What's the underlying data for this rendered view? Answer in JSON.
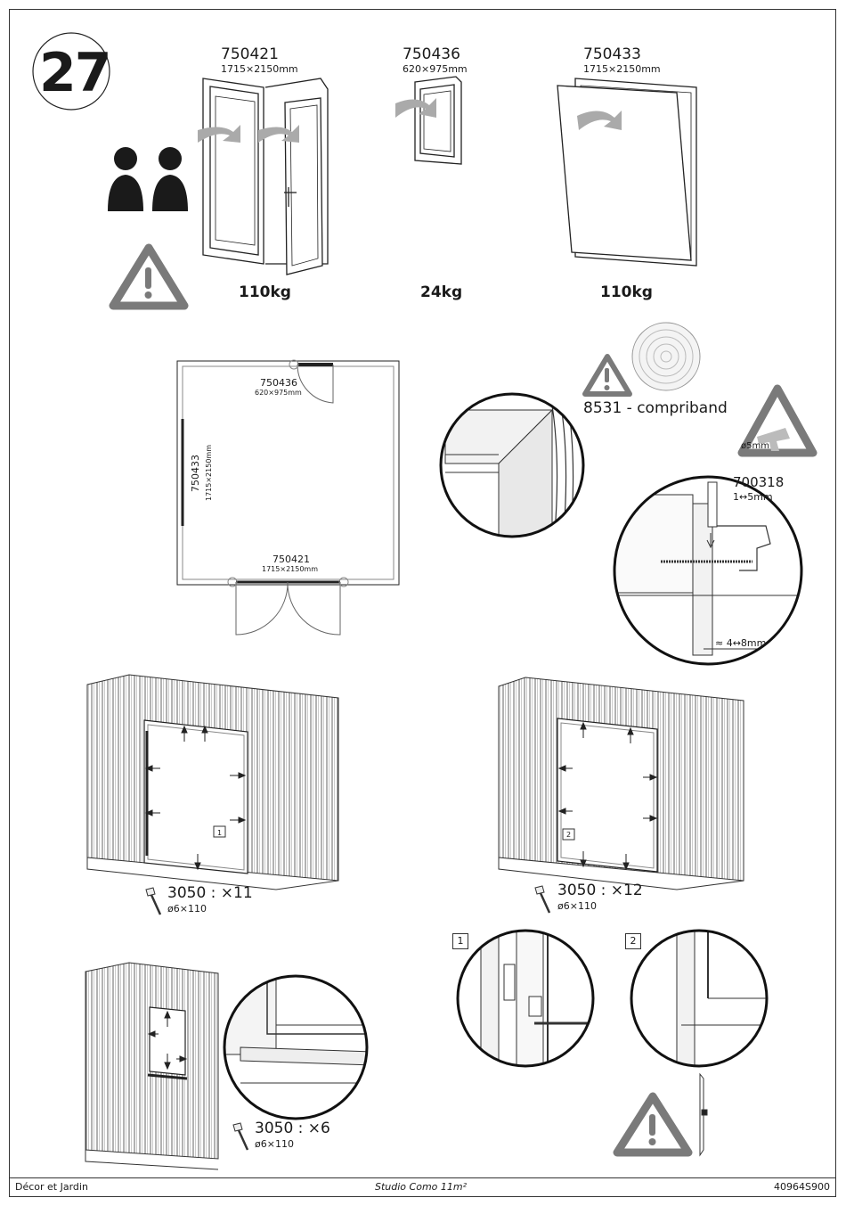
{
  "step": {
    "number": "27"
  },
  "products": [
    {
      "code": "750421",
      "size": "1715×2150mm",
      "weight": "110kg"
    },
    {
      "code": "750436",
      "size": "620×975mm",
      "weight": "24kg"
    },
    {
      "code": "750433",
      "size": "1715×2150mm",
      "weight": "110kg"
    }
  ],
  "plan": {
    "window_code": "750436",
    "window_size": "620×975mm",
    "side_code": "750433",
    "side_size": "1715×2150mm",
    "door_code": "750421",
    "door_size": "1715×2150mm"
  },
  "seal": {
    "label": "8531 - compriband"
  },
  "drill": {
    "label": "ø5mm"
  },
  "fixing": {
    "code": "700318",
    "range": "1↔5mm",
    "gap": "≈ 4↔8mm"
  },
  "screws": [
    {
      "qty": "3050 : ×11",
      "size": "ø6×110"
    },
    {
      "qty": "3050 : ×12",
      "size": "ø6×110"
    },
    {
      "qty": "3050 : ×6",
      "size": "ø6×110"
    }
  ],
  "detail_labels": [
    "1",
    "2"
  ],
  "footer": {
    "left": "Décor et Jardin",
    "center": "Studio Como 11m²",
    "right": "40964S900"
  },
  "icons": [
    "two-persons-icon",
    "warning-icon",
    "drill-icon",
    "screw-icon",
    "compriband-roll-icon"
  ]
}
